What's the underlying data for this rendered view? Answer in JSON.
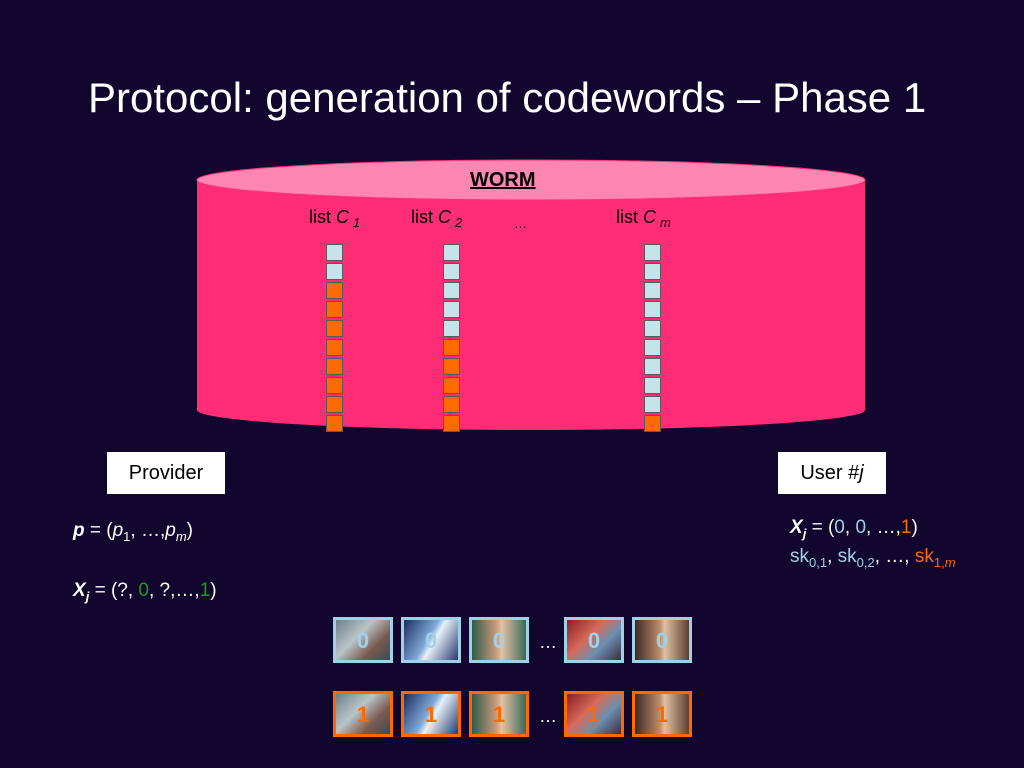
{
  "slide": {
    "title": "Protocol: generation of codewords – Phase 1"
  },
  "worm": {
    "label": "WORM",
    "lists": [
      {
        "prefix": "list ",
        "name": "C",
        "sub": "1"
      },
      {
        "prefix": "list ",
        "name": "C",
        "sub": "2"
      },
      {
        "prefix": "list ",
        "name": "C",
        "sub": "m"
      }
    ],
    "between_dots": "…",
    "columns": [
      [
        "blue",
        "blue",
        "orange",
        "orange",
        "orange",
        "orange",
        "orange",
        "orange",
        "orange",
        "orange"
      ],
      [
        "blue",
        "blue",
        "blue",
        "blue",
        "blue",
        "orange",
        "orange",
        "orange",
        "orange",
        "orange"
      ],
      [
        "blue",
        "blue",
        "blue",
        "blue",
        "blue",
        "blue",
        "blue",
        "blue",
        "blue",
        "orange"
      ]
    ],
    "colors": {
      "blue": "#c5e3ea",
      "orange": "#ff6a00",
      "body": "#ff2d76",
      "top": "#ff86b0"
    }
  },
  "provider": {
    "label": "Provider",
    "p_line": {
      "var": "p",
      "eq": " = (",
      "p1": "p",
      "p1_sub": "1",
      "mid": ", …,",
      "pm": "p",
      "pm_sub": "m",
      "end": ")"
    },
    "x_line": {
      "var": "X",
      "sub": "j",
      "eq": " = (?, ",
      "v1": "0",
      "mid": ", ?,…,",
      "v2": "1",
      "end": ")"
    }
  },
  "user": {
    "label_prefix": "User #",
    "label_var": "j",
    "x_line": {
      "var": "X",
      "sub": "j",
      "eq": " = (",
      "a": "0",
      "sep1": ", ",
      "b": "0",
      "mid": ", …,",
      "c": "1",
      "end": ")"
    },
    "sk_line": {
      "sk1": "sk",
      "sk1_sub": "0,1",
      "sep1": ", ",
      "sk2": "sk",
      "sk2_sub": "0,2",
      "mid": ", …, ",
      "sk3": "sk",
      "sk3_sub": "1,",
      "sk3_sub_m": "m"
    }
  },
  "codewords": {
    "row0": [
      "0",
      "0",
      "0",
      "0",
      "0"
    ],
    "row1": [
      "1",
      "1",
      "1",
      "1",
      "1"
    ],
    "dots": "…"
  }
}
